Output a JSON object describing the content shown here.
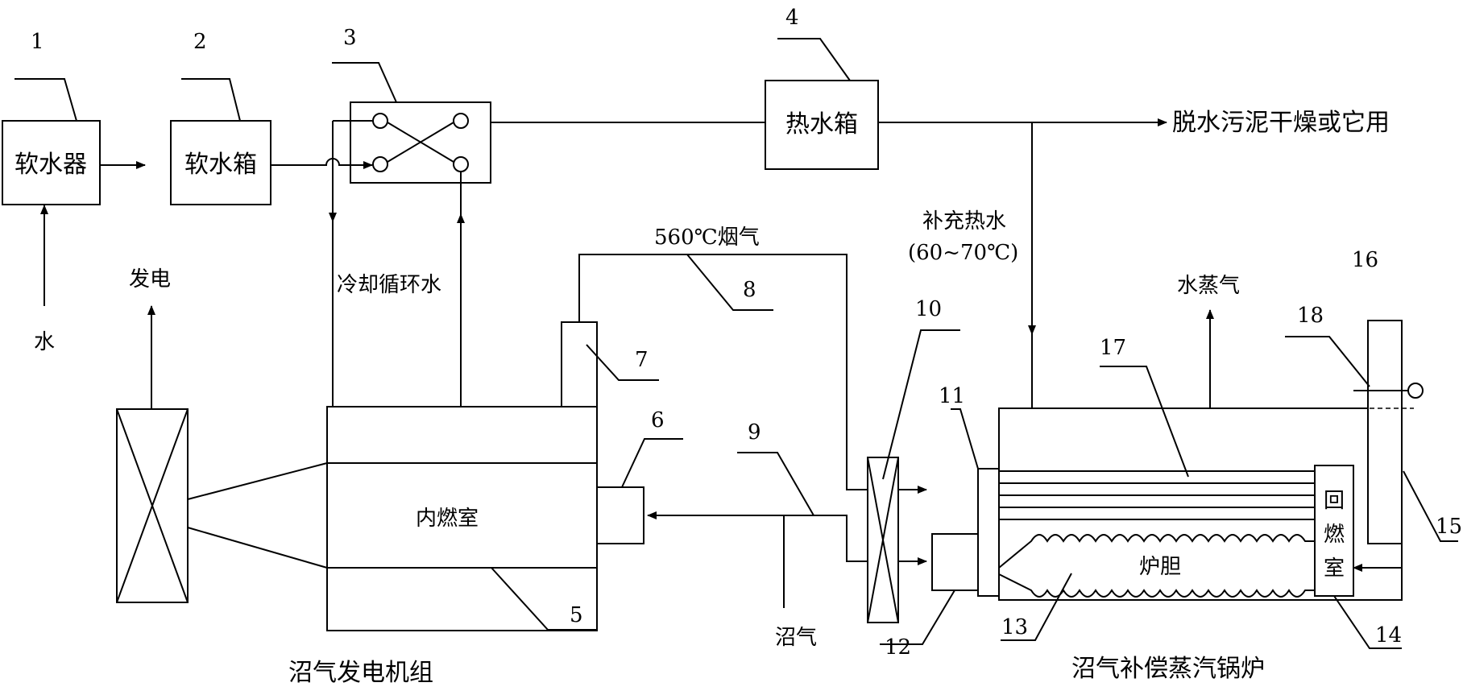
{
  "numbers": {
    "n1": "1",
    "n2": "2",
    "n3": "3",
    "n4": "4",
    "n5": "5",
    "n6": "6",
    "n7": "7",
    "n8": "8",
    "n9": "9",
    "n10": "10",
    "n11": "11",
    "n12": "12",
    "n13": "13",
    "n14": "14",
    "n15": "15",
    "n16": "16",
    "n17": "17",
    "n18": "18"
  },
  "boxes": {
    "softener": "软水器",
    "soft_tank": "软水箱",
    "hot_tank": "热水箱",
    "combustion": "内燃室",
    "furnace": "炉胆",
    "return_chamber_1": "回",
    "return_chamber_2": "燃",
    "return_chamber_3": "室"
  },
  "labels": {
    "water": "水",
    "power": "发电",
    "cooling_water": "冷却循环水",
    "flue_gas": "560℃烟气",
    "makeup_hot_water": "补充热水",
    "makeup_temp": "(60~70℃)",
    "steam": "水蒸气",
    "outlet": "脱水污泥干燥或它用",
    "biogas": "沼气"
  },
  "captions": {
    "generator_set": "沼气发电机组",
    "boiler": "沼气补偿蒸汽锅炉"
  },
  "colors": {
    "line": "#000000",
    "background": "#ffffff"
  }
}
